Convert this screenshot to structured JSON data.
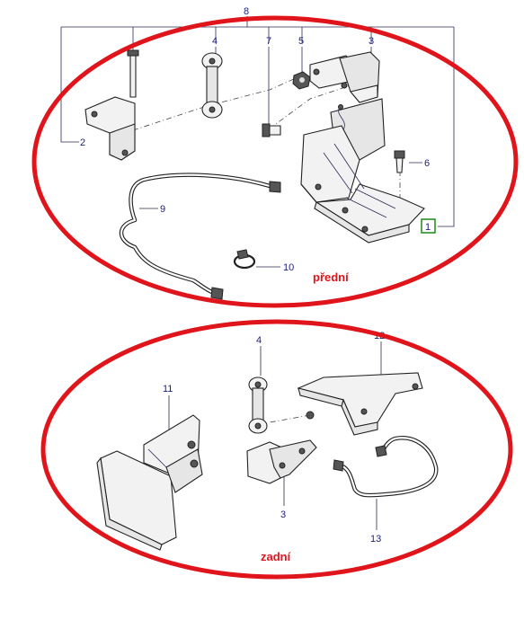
{
  "callouts": {
    "c8": "8",
    "c4a": "4",
    "c7": "7",
    "c5": "5",
    "c3a": "3",
    "c2": "2",
    "c6": "6",
    "c9": "9",
    "c1": "1",
    "c10": "10",
    "c11": "11",
    "c4b": "4",
    "c12": "12",
    "c3b": "3",
    "c13": "13"
  },
  "regions": {
    "front": "přední",
    "rear": "zadní"
  },
  "colors": {
    "ellipse": "#e0141b",
    "callout_text": "#1a1f7a",
    "highlight_box": "#1a8a1a"
  }
}
